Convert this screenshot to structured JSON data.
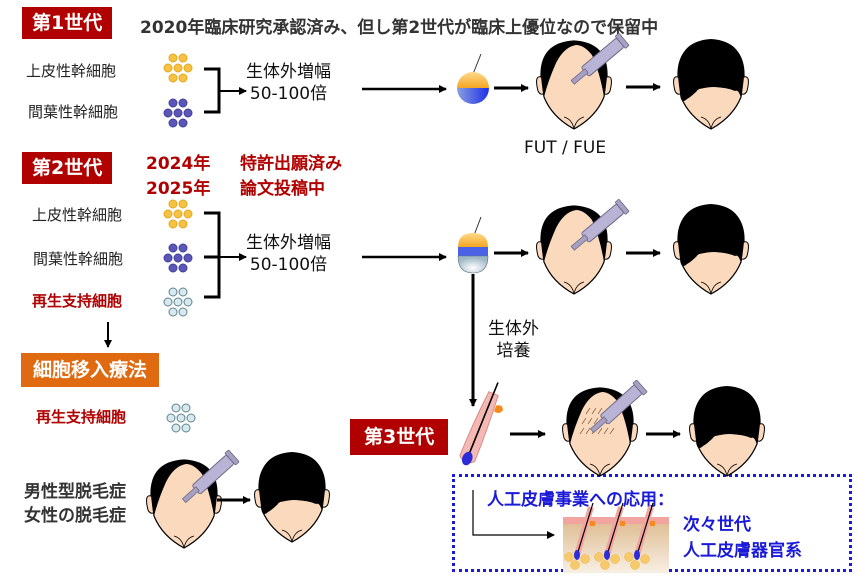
{
  "gen1": {
    "badge": "第1世代",
    "note": "2020年臨床研究承認済み、但し第2世代が臨床上優位なので保留中",
    "cells": [
      "上皮性幹細胞",
      "間葉性幹細胞"
    ],
    "process": [
      "生体外増幅",
      "50-100倍"
    ],
    "method_label": "FUT / FUE"
  },
  "gen2": {
    "badge": "第2世代",
    "status": [
      {
        "year": "2024年",
        "text": "特許出願済み"
      },
      {
        "year": "2025年",
        "text": "論文投稿中"
      }
    ],
    "cells": [
      "上皮性幹細胞",
      "間葉性幹細胞",
      "再生支持細胞"
    ],
    "process": [
      "生体外増幅",
      "50-100倍"
    ],
    "culture": [
      "生体外",
      "培養"
    ]
  },
  "cell_therapy": {
    "badge": "細胞移入療法",
    "cell": "再生支持細胞",
    "indications": [
      "男性型脱毛症",
      "女性の脱毛症"
    ]
  },
  "gen3": {
    "badge": "第3世代"
  },
  "artificial_skin": {
    "title": "人工皮膚事業への応用：",
    "desc": [
      "次々世代",
      "人工皮膚器官系"
    ]
  },
  "colors": {
    "badge_red": "#b00000",
    "badge_orange": "#e06a10",
    "epithelial": "#f6c244",
    "mesenchymal": "#5b56b8",
    "support": "#cfe3ea",
    "accent_blue": "#1a1ad8"
  },
  "icons": {
    "epithelial_cells": "yellow-cell-cluster-icon",
    "mesenchymal_cells": "purple-cell-cluster-icon",
    "support_cells": "pale-cell-cluster-icon",
    "organoid": "hair-follicle-organoid-icon",
    "head_bald": "balding-head-icon",
    "head_full": "full-hair-head-icon",
    "syringe": "syringe-icon",
    "hair_follicle": "hair-follicle-icon",
    "skin": "artificial-skin-icon"
  }
}
